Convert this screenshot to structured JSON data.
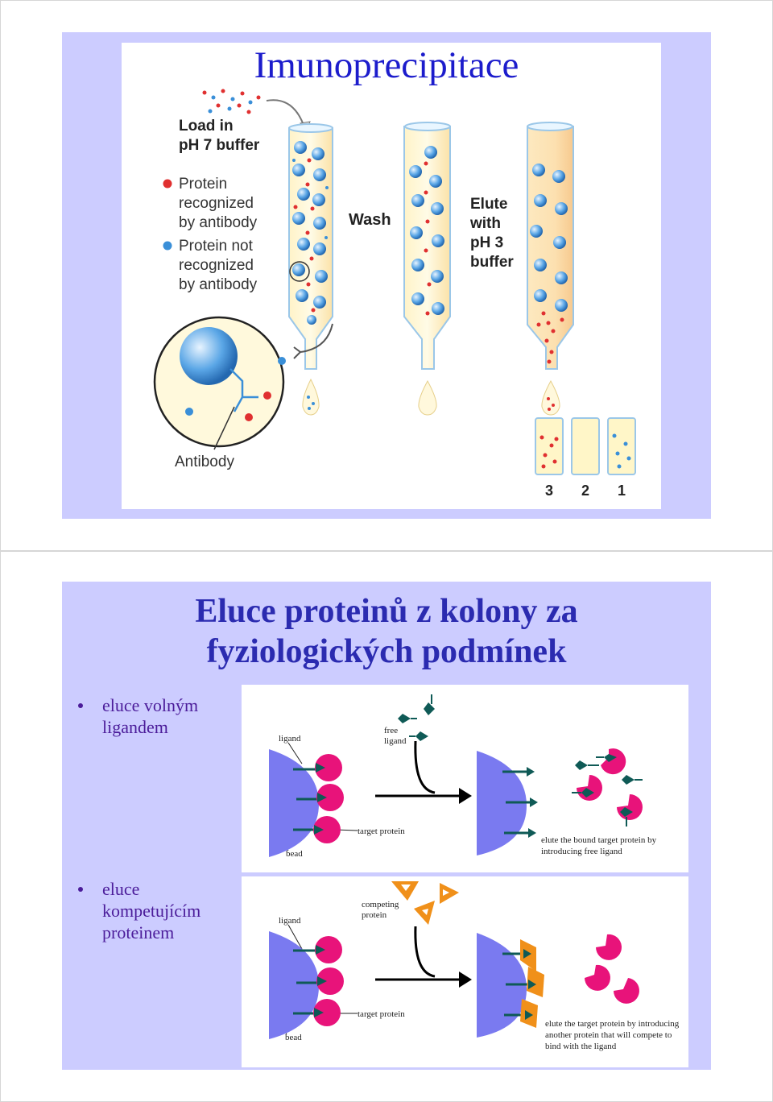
{
  "slide1": {
    "title": "Imunoprecipitace",
    "load_label_line1": "Load in",
    "load_label_line2": "pH 7 buffer",
    "legend_recognized": [
      "Protein",
      "recognized",
      "by antibody"
    ],
    "legend_not_recognized": [
      "Protein not",
      "recognized",
      "by antibody"
    ],
    "wash_label": "Wash",
    "elute_label": [
      "Elute",
      "with",
      "pH 3",
      "buffer"
    ],
    "antibody_label": "Antibody",
    "tube_labels": [
      "3",
      "2",
      "1"
    ],
    "colors": {
      "recognized": "#e03030",
      "not_recognized": "#3a8fd8",
      "title": "#1c1ccc"
    }
  },
  "slide2": {
    "title_line1": "Eluce proteinů z kolony za",
    "title_line2": "fyziologických podmínek",
    "bullet1": "eluce volným ligandem",
    "bullet2": "eluce kompetujícím proteinem",
    "panel1": {
      "ligand": "ligand",
      "bead": "bead",
      "target_protein": "target protein",
      "free_ligand_1": "free",
      "free_ligand_2": "ligand",
      "caption_1": "elute the bound target protein by",
      "caption_2": "introducing free ligand"
    },
    "panel2": {
      "ligand": "ligand",
      "bead": "bead",
      "target_protein": "target protein",
      "competing_1": "competing",
      "competing_2": "protein",
      "caption_1": "elute the target protein by introducing",
      "caption_2": "another protein that will compete to",
      "caption_3": "bind with the ligand"
    },
    "colors": {
      "bead": "#7a7af0",
      "target": "#e8137a",
      "ligand": "#0f5a56",
      "competing": "#f0901a"
    }
  }
}
